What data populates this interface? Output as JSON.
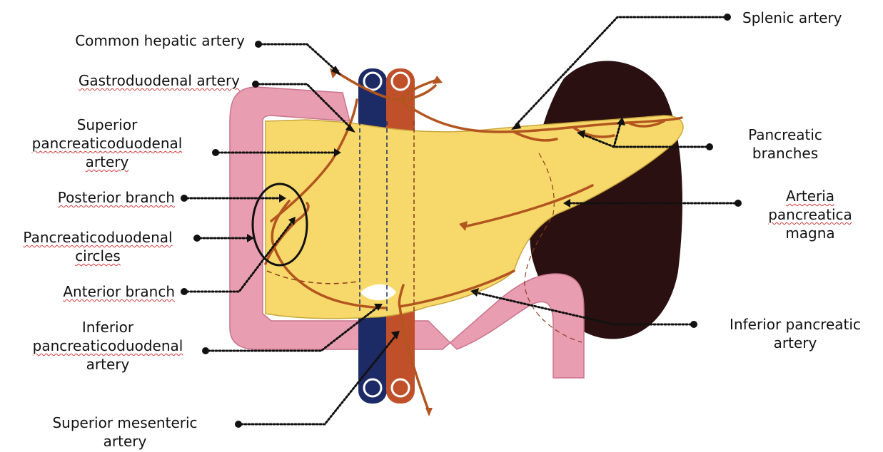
{
  "labels": {
    "common_hepatic": "Common hepatic artery",
    "gastroduodenal": "Gastroduodenal artery",
    "sup_pd_1": "Superior",
    "sup_pd_2": "pancreaticoduodenal",
    "sup_pd_3": "artery",
    "posterior_branch": "Posterior branch",
    "pd_circles_1": "Pancreaticoduodenal",
    "pd_circles_2": "circles",
    "anterior_branch": "Anterior branch",
    "inf_pd_1": "Inferior",
    "inf_pd_2": "pancreaticoduodenal",
    "inf_pd_3": "artery",
    "sup_mes_1": "Superior mesenteric",
    "sup_mes_2": "artery",
    "splenic": "Splenic artery",
    "panc_branches_1": "Pancreatic",
    "panc_branches_2": "branches",
    "arteria_1": "Arteria",
    "arteria_2": "pancreatica",
    "arteria_3": "magna",
    "inf_panc_1": "Inferior pancreatic",
    "inf_panc_2": "artery"
  },
  "colors": {
    "pancreas": "#f7d96b",
    "pancreas_edge": "#c9a63a",
    "duodenum": "#e99db1",
    "spleen": "#2a1010",
    "artery": "#b2551f",
    "aorta_vessel": "#c0502a",
    "vein_vessel": "#1c2a66",
    "leader": "#111111"
  }
}
